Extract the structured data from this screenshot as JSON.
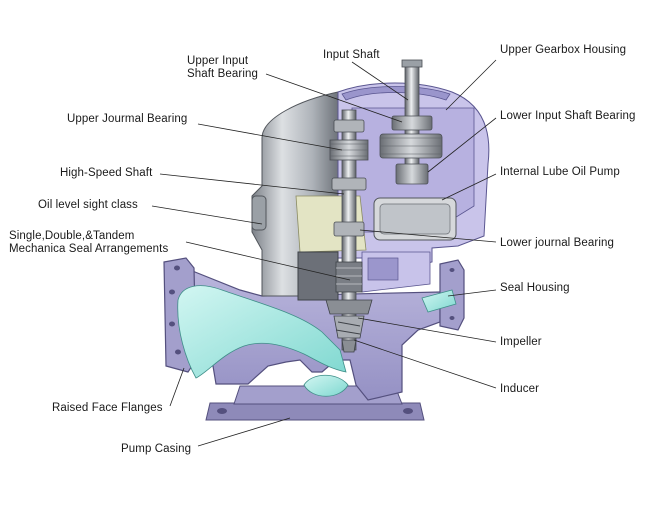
{
  "colors": {
    "casing_fill": "#a8a4d0",
    "casing_stroke": "#54507e",
    "housing_fill": "#c4c8cd",
    "housing_dark": "#8c9199",
    "fluid": "#a8eae4",
    "oil": "#e3e4c4",
    "leader": "#222222"
  },
  "labels": {
    "input_shaft": "Input Shaft",
    "upper_gearbox_housing": "Upper Gearbox Housing",
    "upper_input_shaft_bearing_1": "Upper Input",
    "upper_input_shaft_bearing_2": "Shaft Bearing",
    "lower_input_shaft_bearing": "Lower Input Shaft Bearing",
    "upper_journal_bearing": "Upper Jourmal Bearing",
    "internal_lube_oil_pump": "Internal Lube Oil Pump",
    "high_speed_shaft": "High-Speed Shaft",
    "oil_level_sight_glass": "Oil level sight class",
    "seal_arrangements_1": "Single,Double,&Tandem",
    "seal_arrangements_2": "Mechanica Seal Arrangements",
    "lower_journal_bearing": "Lower journal Bearing",
    "seal_housing": "Seal Housing",
    "impeller": "Impeller",
    "inducer": "Inducer",
    "raised_face_flanges": "Raised Face Flanges",
    "pump_casing": "Pump Casing"
  }
}
